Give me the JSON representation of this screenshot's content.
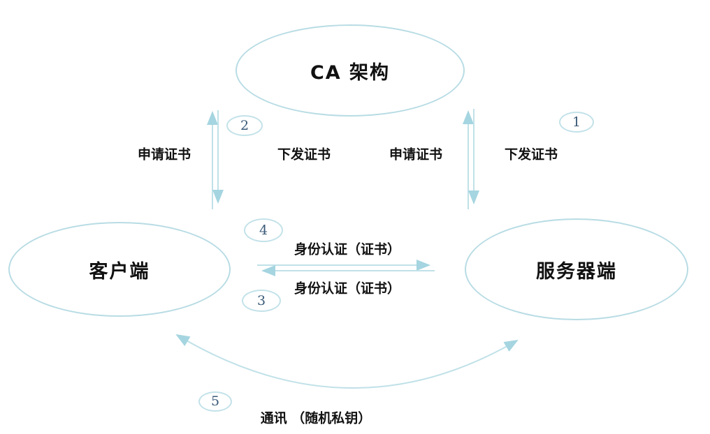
{
  "nodes": {
    "ca": {
      "label": "CA 架构"
    },
    "client": {
      "label": "客户端"
    },
    "server": {
      "label": "服务器端"
    }
  },
  "edges": {
    "client_to_ca_request": {
      "label": "申请证书"
    },
    "ca_to_client_issue": {
      "label": "下发证书"
    },
    "server_to_ca_request": {
      "label": "申请证书"
    },
    "ca_to_server_issue": {
      "label": "下发证书"
    },
    "auth_top": {
      "label": "身份认证（证书）"
    },
    "auth_bottom": {
      "label": "身份认证（证书）"
    },
    "communication": {
      "label": "通讯 （随机私钥）"
    }
  },
  "badges": {
    "step1": "1",
    "step2": "2",
    "step3": "3",
    "step4": "4",
    "step5": "5"
  },
  "colors": {
    "shape_stroke": "#b8dce4",
    "arrow_stroke": "#c0e1e8",
    "arrow_head": "#a5d5e0",
    "badge_digit": "#3a5a78",
    "label_text": "#111111",
    "background": "#ffffff"
  }
}
